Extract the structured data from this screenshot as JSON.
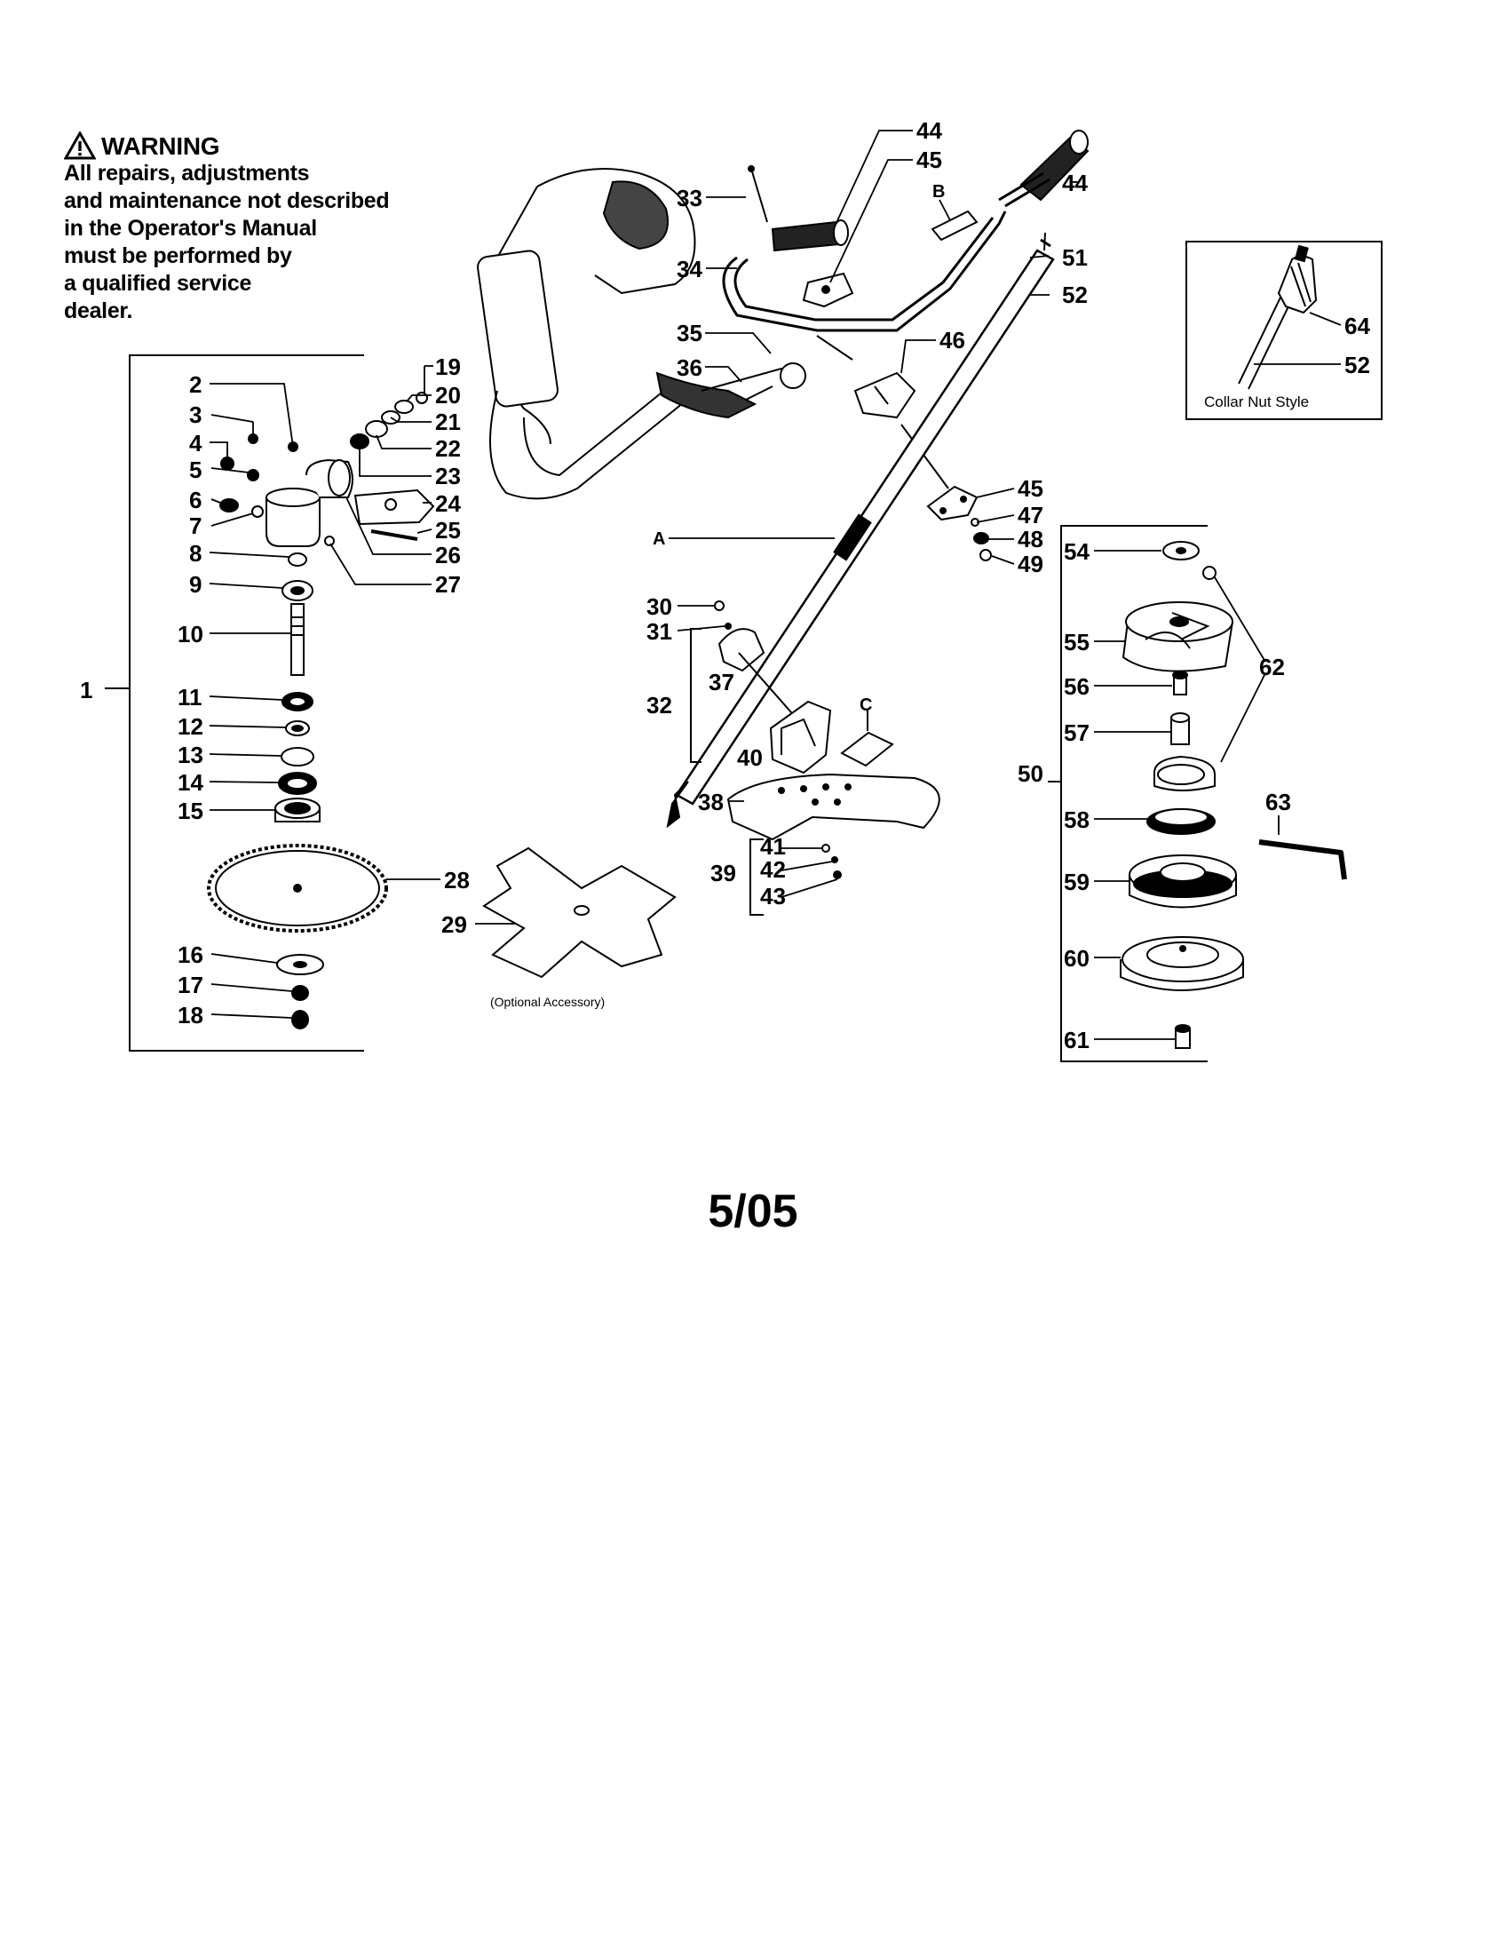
{
  "warning": {
    "title": "WARNING",
    "lines": [
      "All repairs, adjustments",
      "and maintenance not described",
      "in the Operator's Manual",
      "must be performed by",
      "a qualified service",
      "dealer."
    ]
  },
  "callouts": {
    "p1": "1",
    "p2": "2",
    "p3": "3",
    "p4": "4",
    "p5": "5",
    "p6": "6",
    "p7": "7",
    "p8": "8",
    "p9": "9",
    "p10": "10",
    "p11": "11",
    "p12": "12",
    "p13": "13",
    "p14": "14",
    "p15": "15",
    "p16": "16",
    "p17": "17",
    "p18": "18",
    "p19": "19",
    "p20": "20",
    "p21": "21",
    "p22": "22",
    "p23": "23",
    "p24": "24",
    "p25": "25",
    "p26": "26",
    "p27": "27",
    "p28": "28",
    "p29": "29",
    "p30": "30",
    "p31": "31",
    "p32": "32",
    "p33": "33",
    "p34": "34",
    "p35": "35",
    "p36": "36",
    "p37": "37",
    "p38": "38",
    "p39": "39",
    "p40": "40",
    "p41": "41",
    "p42": "42",
    "p43": "43",
    "p44a": "44",
    "p44b": "44",
    "p45a": "45",
    "p45b": "45",
    "p46": "46",
    "p47": "47",
    "p48": "48",
    "p49": "49",
    "p50": "50",
    "p51": "51",
    "p52a": "52",
    "p52b": "52",
    "p54": "54",
    "p55": "55",
    "p56": "56",
    "p57": "57",
    "p58": "58",
    "p59": "59",
    "p60": "60",
    "p61": "61",
    "p62": "62",
    "p63": "63",
    "p64": "64",
    "A": "A",
    "B": "B",
    "C": "C"
  },
  "notes": {
    "optional_accessory": "(Optional Accessory)",
    "collar_nut_style": "Collar Nut Style"
  },
  "footer": {
    "date": "5/05"
  }
}
